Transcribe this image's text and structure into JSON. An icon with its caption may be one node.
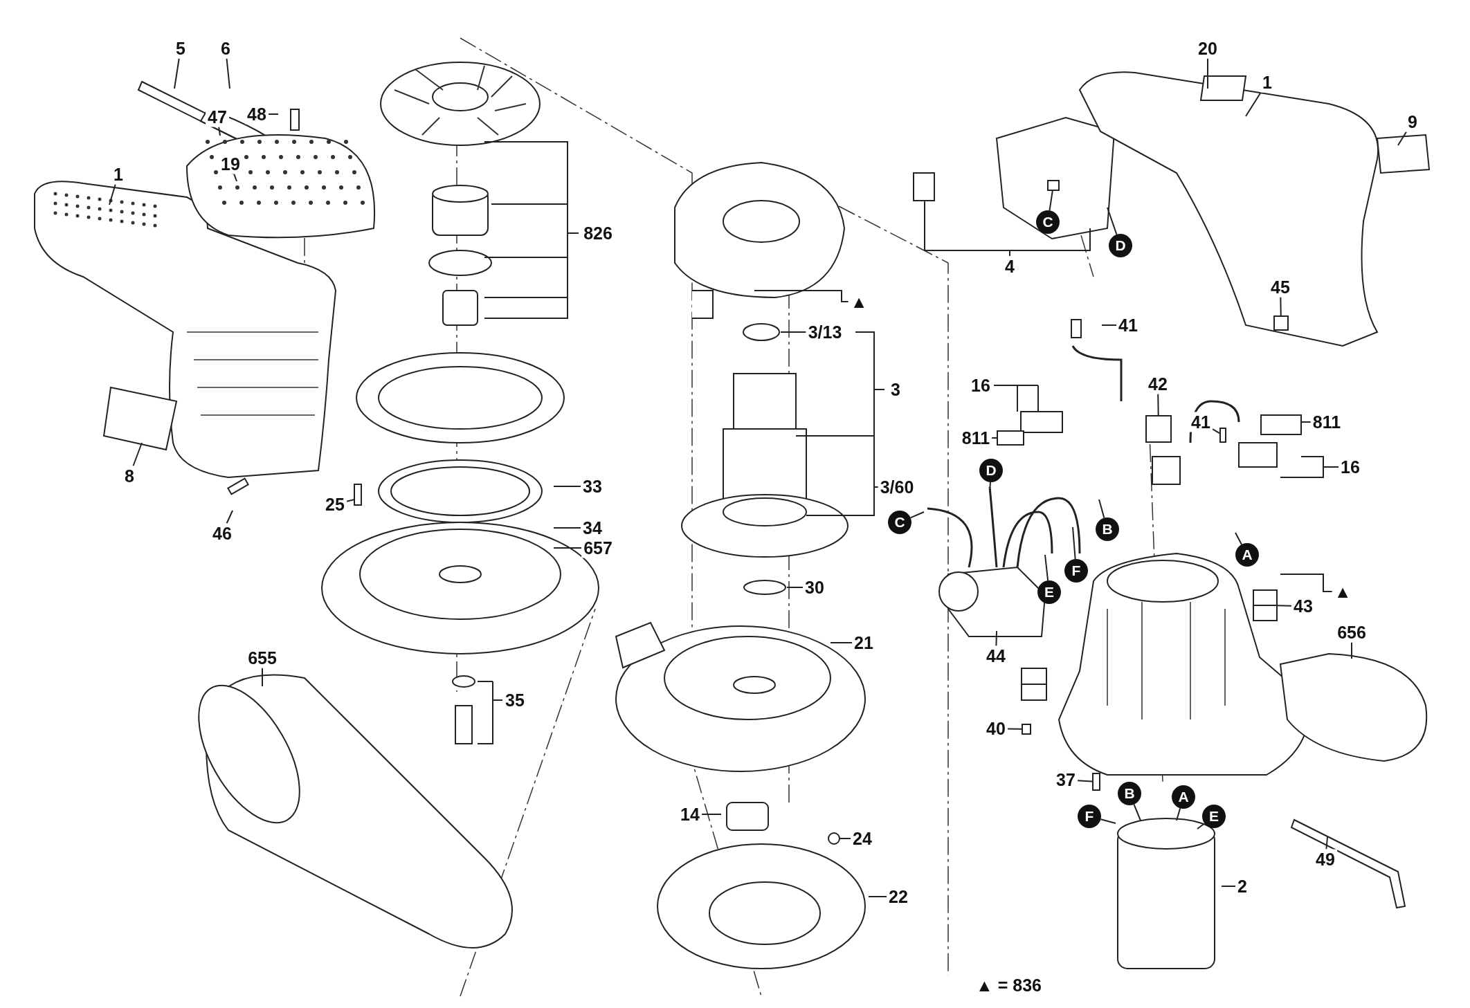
{
  "diagram": {
    "nodes": [
      {
        "text": [
          "5"
        ]
      },
      {
        "text": [
          "6"
        ]
      },
      {
        "text": [
          "20"
        ]
      },
      {
        "text": [
          "1"
        ]
      },
      {
        "text": [
          "9"
        ]
      },
      {
        "text": [
          "47"
        ]
      },
      {
        "text": [
          "48"
        ]
      },
      {
        "text": [
          "1"
        ]
      },
      {
        "text": [
          "19"
        ]
      },
      {
        "text": [
          "826"
        ]
      },
      {
        "text": [
          "C"
        ]
      },
      {
        "text": [
          "D"
        ]
      },
      {
        "text": [
          "4"
        ]
      },
      {
        "text": [
          "▲"
        ]
      },
      {
        "text": [
          "45"
        ]
      },
      {
        "text": [
          "41"
        ]
      },
      {
        "text": [
          "3/13"
        ]
      },
      {
        "text": [
          "3"
        ]
      },
      {
        "text": [
          "16"
        ]
      },
      {
        "text": [
          "42"
        ]
      },
      {
        "text": [
          "41"
        ]
      },
      {
        "text": [
          "811"
        ]
      },
      {
        "text": [
          "811"
        ]
      },
      {
        "text": [
          "16"
        ]
      },
      {
        "text": [
          "8"
        ]
      },
      {
        "text": [
          "25"
        ]
      },
      {
        "text": [
          "33"
        ]
      },
      {
        "text": [
          "3/60"
        ]
      },
      {
        "text": [
          "D"
        ]
      },
      {
        "text": [
          "C"
        ]
      },
      {
        "text": [
          "B"
        ]
      },
      {
        "text": [
          "F"
        ]
      },
      {
        "text": [
          "A"
        ]
      },
      {
        "text": [
          "46"
        ]
      },
      {
        "text": [
          "34"
        ]
      },
      {
        "text": [
          "657"
        ]
      },
      {
        "text": [
          "E"
        ]
      },
      {
        "text": [
          "30"
        ]
      },
      {
        "text": [
          "▲"
        ]
      },
      {
        "text": [
          "43"
        ]
      },
      {
        "text": [
          "656"
        ]
      },
      {
        "text": [
          "21"
        ]
      },
      {
        "text": [
          "655"
        ]
      },
      {
        "text": [
          "44"
        ]
      },
      {
        "text": [
          "35"
        ]
      },
      {
        "text": [
          "40"
        ]
      },
      {
        "text": [
          "37"
        ]
      },
      {
        "text": [
          "F"
        ]
      },
      {
        "text": [
          "B"
        ]
      },
      {
        "text": [
          "A"
        ]
      },
      {
        "text": [
          "E"
        ]
      },
      {
        "text": [
          "14"
        ]
      },
      {
        "text": [
          "24"
        ]
      },
      {
        "text": [
          "49"
        ]
      },
      {
        "text": [
          "2"
        ]
      },
      {
        "text": [
          "22"
        ]
      },
      {
        "text": [],
        "shape": "box"
      },
      {
        "text": [],
        "shape": "box"
      },
      {
        "text": [],
        "shape": "box"
      },
      {
        "text": [],
        "shape": "box"
      },
      {
        "text": [],
        "shape": "box"
      },
      {
        "text": [],
        "shape": "box"
      },
      {
        "text": [],
        "shape": "circle"
      },
      {
        "text": [],
        "shape": "box"
      },
      {
        "text": [],
        "shape": "box"
      }
    ],
    "edges": [
      {
        "from": 0,
        "to": null,
        "arrow": "none"
      },
      {
        "from": 1,
        "to": null,
        "arrow": "none"
      },
      {
        "from": 2,
        "to": null,
        "arrow": "none"
      },
      {
        "from": 3,
        "to": null,
        "arrow": "none"
      },
      {
        "from": 4,
        "to": null,
        "arrow": "none"
      },
      {
        "from": 5,
        "to": null,
        "arrow": "none"
      },
      {
        "from": 6,
        "to": null,
        "arrow": "none"
      },
      {
        "from": 7,
        "to": null,
        "arrow": "none"
      },
      {
        "from": 8,
        "to": null,
        "arrow": "none"
      },
      {
        "from": 10,
        "to": 63,
        "arrow": "none"
      },
      {
        "from": 11,
        "to": null,
        "arrow": "none"
      },
      {
        "from": 14,
        "to": 57,
        "arrow": "none"
      },
      {
        "from": 15,
        "to": null,
        "arrow": "none"
      },
      {
        "from": 16,
        "to": null,
        "arrow": "none"
      },
      {
        "from": 19,
        "to": 64,
        "arrow": "none"
      },
      {
        "from": 20,
        "to": 58,
        "arrow": "none"
      },
      {
        "from": 21,
        "to": null,
        "arrow": "none"
      },
      {
        "from": 22,
        "to": 59,
        "arrow": "none"
      },
      {
        "from": 24,
        "to": null,
        "arrow": "none"
      },
      {
        "from": 25,
        "to": null,
        "arrow": "none"
      },
      {
        "from": 26,
        "to": null,
        "arrow": "none"
      },
      {
        "from": 28,
        "to": null,
        "arrow": "none"
      },
      {
        "from": 29,
        "to": null,
        "arrow": "none"
      },
      {
        "from": 30,
        "to": null,
        "arrow": "none"
      },
      {
        "from": 31,
        "to": null,
        "arrow": "none"
      },
      {
        "from": 32,
        "to": null,
        "arrow": "none"
      },
      {
        "from": 33,
        "to": null,
        "arrow": "none"
      },
      {
        "from": 34,
        "to": null,
        "arrow": "none"
      },
      {
        "from": 35,
        "to": null,
        "arrow": "none"
      },
      {
        "from": 36,
        "to": null,
        "arrow": "none"
      },
      {
        "from": 37,
        "to": null,
        "arrow": "none"
      },
      {
        "from": 39,
        "to": 56,
        "arrow": "none"
      },
      {
        "from": 40,
        "to": null,
        "arrow": "none"
      },
      {
        "from": 41,
        "to": null,
        "arrow": "none"
      },
      {
        "from": 42,
        "to": null,
        "arrow": "none"
      },
      {
        "from": 43,
        "to": null,
        "arrow": "none"
      },
      {
        "from": 45,
        "to": 60,
        "arrow": "none"
      },
      {
        "from": 46,
        "to": 61,
        "arrow": "none"
      },
      {
        "from": 47,
        "to": null,
        "arrow": "none"
      },
      {
        "from": 48,
        "to": null,
        "arrow": "none"
      },
      {
        "from": 49,
        "to": null,
        "arrow": "none"
      },
      {
        "from": 50,
        "to": null,
        "arrow": "none"
      },
      {
        "from": 51,
        "to": null,
        "arrow": "none"
      },
      {
        "from": 52,
        "to": 62,
        "arrow": "none"
      },
      {
        "from": 53,
        "to": null,
        "arrow": "none"
      },
      {
        "from": 54,
        "to": null,
        "arrow": "none"
      },
      {
        "from": 55,
        "to": null,
        "arrow": "none"
      }
    ],
    "labels": [
      "▲ = 836"
    ]
  }
}
